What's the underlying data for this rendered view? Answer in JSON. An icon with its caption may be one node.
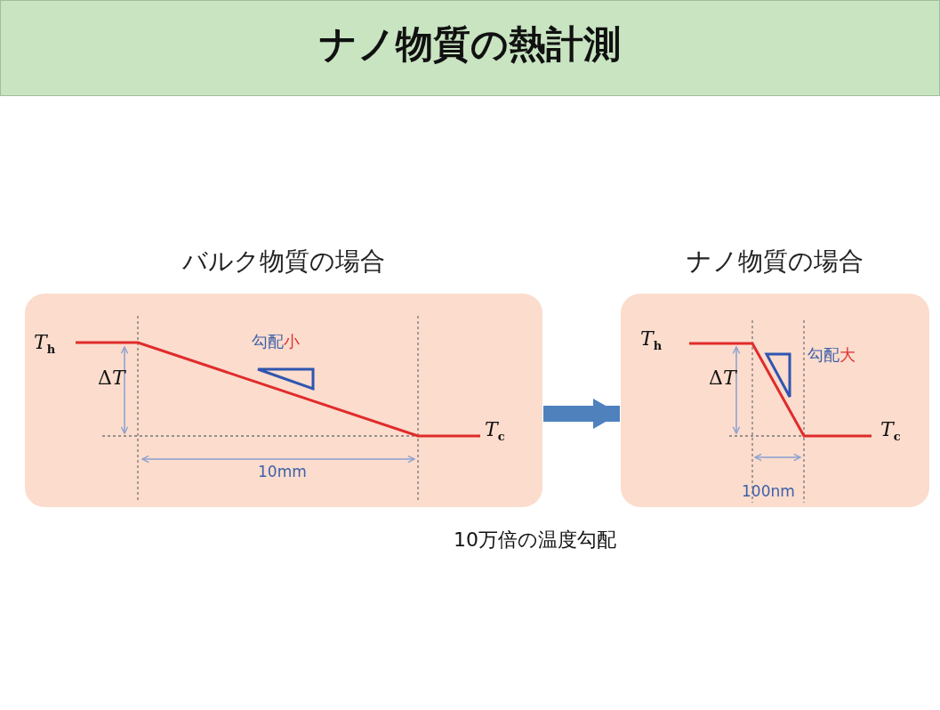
{
  "diagram": {
    "title": "ナノ物質の熱計測",
    "nodes": [
      {
        "text": [
          "バルク物質の場合",
          "*T*$_{h}$",
          "ΔT",
          "勾配小",
          "10mm",
          "*T*$_{c}$"
        ]
      },
      {
        "text": [
          "ナノ物質の場合",
          "*T*$_{h}$",
          "ΔT",
          "勾配大",
          "100nm",
          "*T*$_{c}$"
        ]
      }
    ],
    "edges": [
      {
        "from": 0,
        "to": 1,
        "arrow": "to"
      }
    ],
    "labels": [
      "10万倍の温度勾配"
    ]
  }
}
